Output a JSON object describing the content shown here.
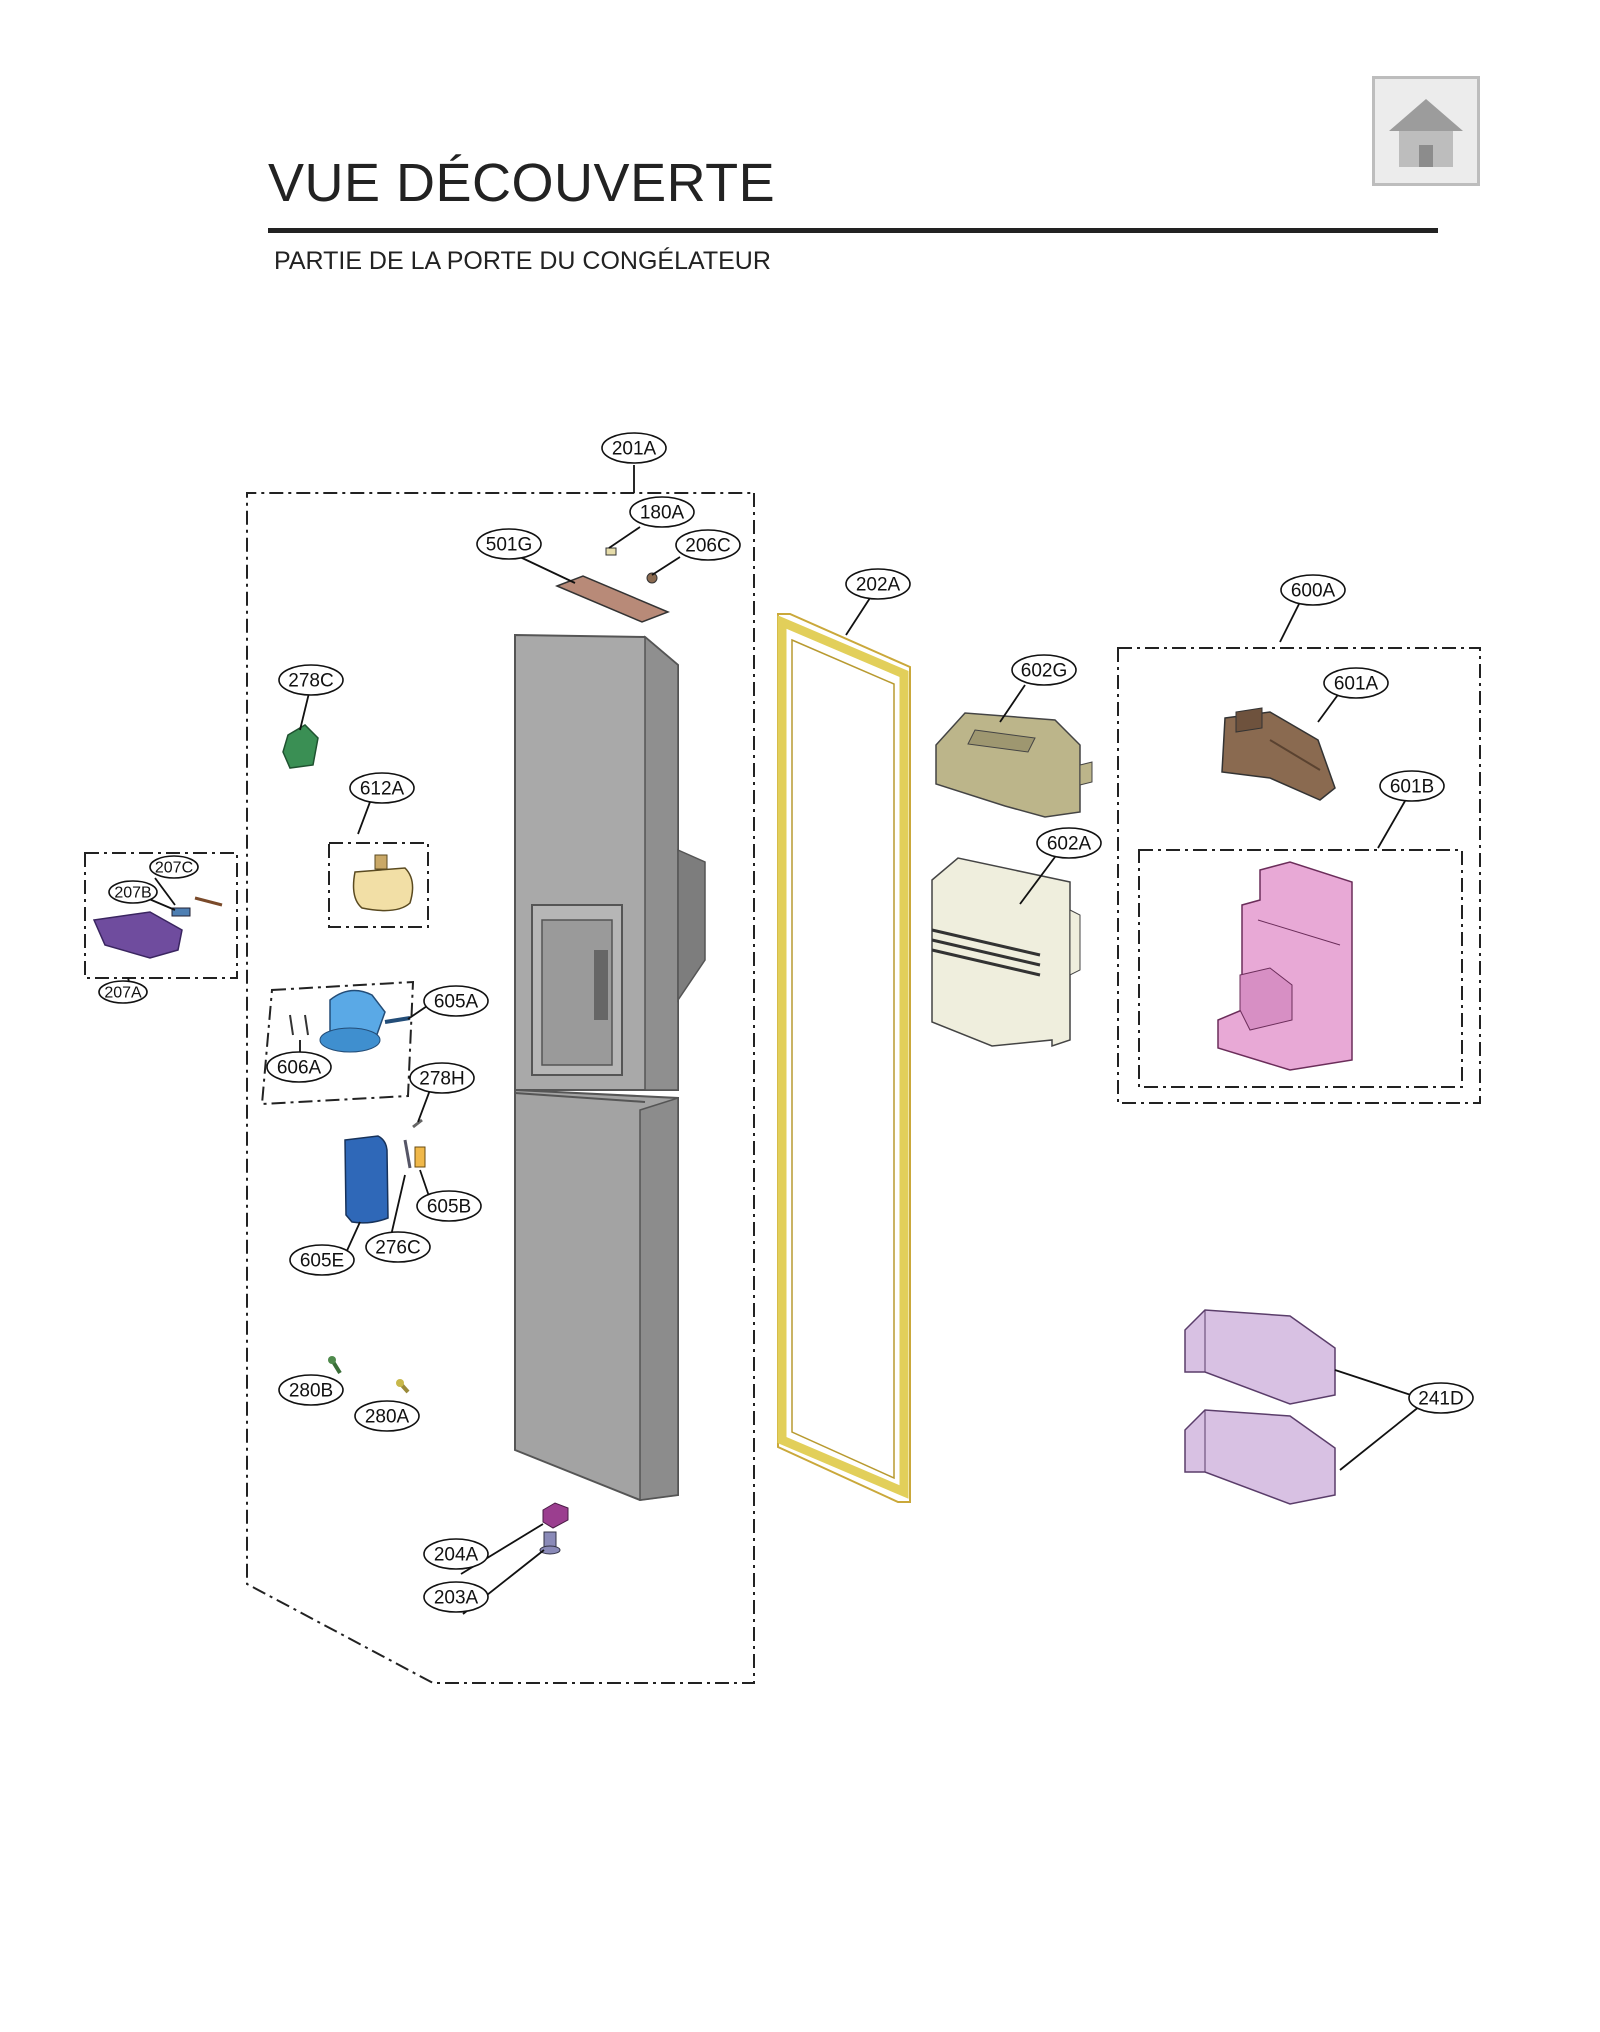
{
  "header": {
    "title": "VUE DÉCOUVERTE",
    "subtitle": "PARTIE DE LA PORTE DU CONGÉLATEUR"
  },
  "home_button": {
    "icon": "home-icon"
  },
  "colors": {
    "door": "#a6a6a6",
    "gasket": "#e2cf5a",
    "ice_maker_bin": "#e8a9d6",
    "shelf_bin": "#d8c1e3",
    "auger": "#5aa9e6",
    "dispenser_cover": "#2f68b8",
    "bracket": "#6f4c9e",
    "hinge": "#3a8f54",
    "flap": "#f2dfa6",
    "lid": "#bcb58a",
    "bucket": "#efeedd",
    "motor": "#8a6a50"
  },
  "parts": [
    {
      "id": "201A",
      "text": "201A"
    },
    {
      "id": "180A",
      "text": "180A"
    },
    {
      "id": "501G",
      "text": "501G"
    },
    {
      "id": "206C",
      "text": "206C"
    },
    {
      "id": "202A",
      "text": "202A"
    },
    {
      "id": "600A",
      "text": "600A"
    },
    {
      "id": "601A",
      "text": "601A"
    },
    {
      "id": "601B",
      "text": "601B"
    },
    {
      "id": "602G",
      "text": "602G"
    },
    {
      "id": "602A",
      "text": "602A"
    },
    {
      "id": "278C",
      "text": "278C"
    },
    {
      "id": "612A",
      "text": "612A"
    },
    {
      "id": "207C",
      "text": "207C"
    },
    {
      "id": "207B",
      "text": "207B"
    },
    {
      "id": "207A",
      "text": "207A"
    },
    {
      "id": "605A",
      "text": "605A"
    },
    {
      "id": "606A",
      "text": "606A"
    },
    {
      "id": "278H",
      "text": "278H"
    },
    {
      "id": "605B",
      "text": "605B"
    },
    {
      "id": "605E",
      "text": "605E"
    },
    {
      "id": "276C",
      "text": "276C"
    },
    {
      "id": "280B",
      "text": "280B"
    },
    {
      "id": "280A",
      "text": "280A"
    },
    {
      "id": "204A",
      "text": "204A"
    },
    {
      "id": "203A",
      "text": "203A"
    },
    {
      "id": "241D",
      "text": "241D"
    }
  ]
}
